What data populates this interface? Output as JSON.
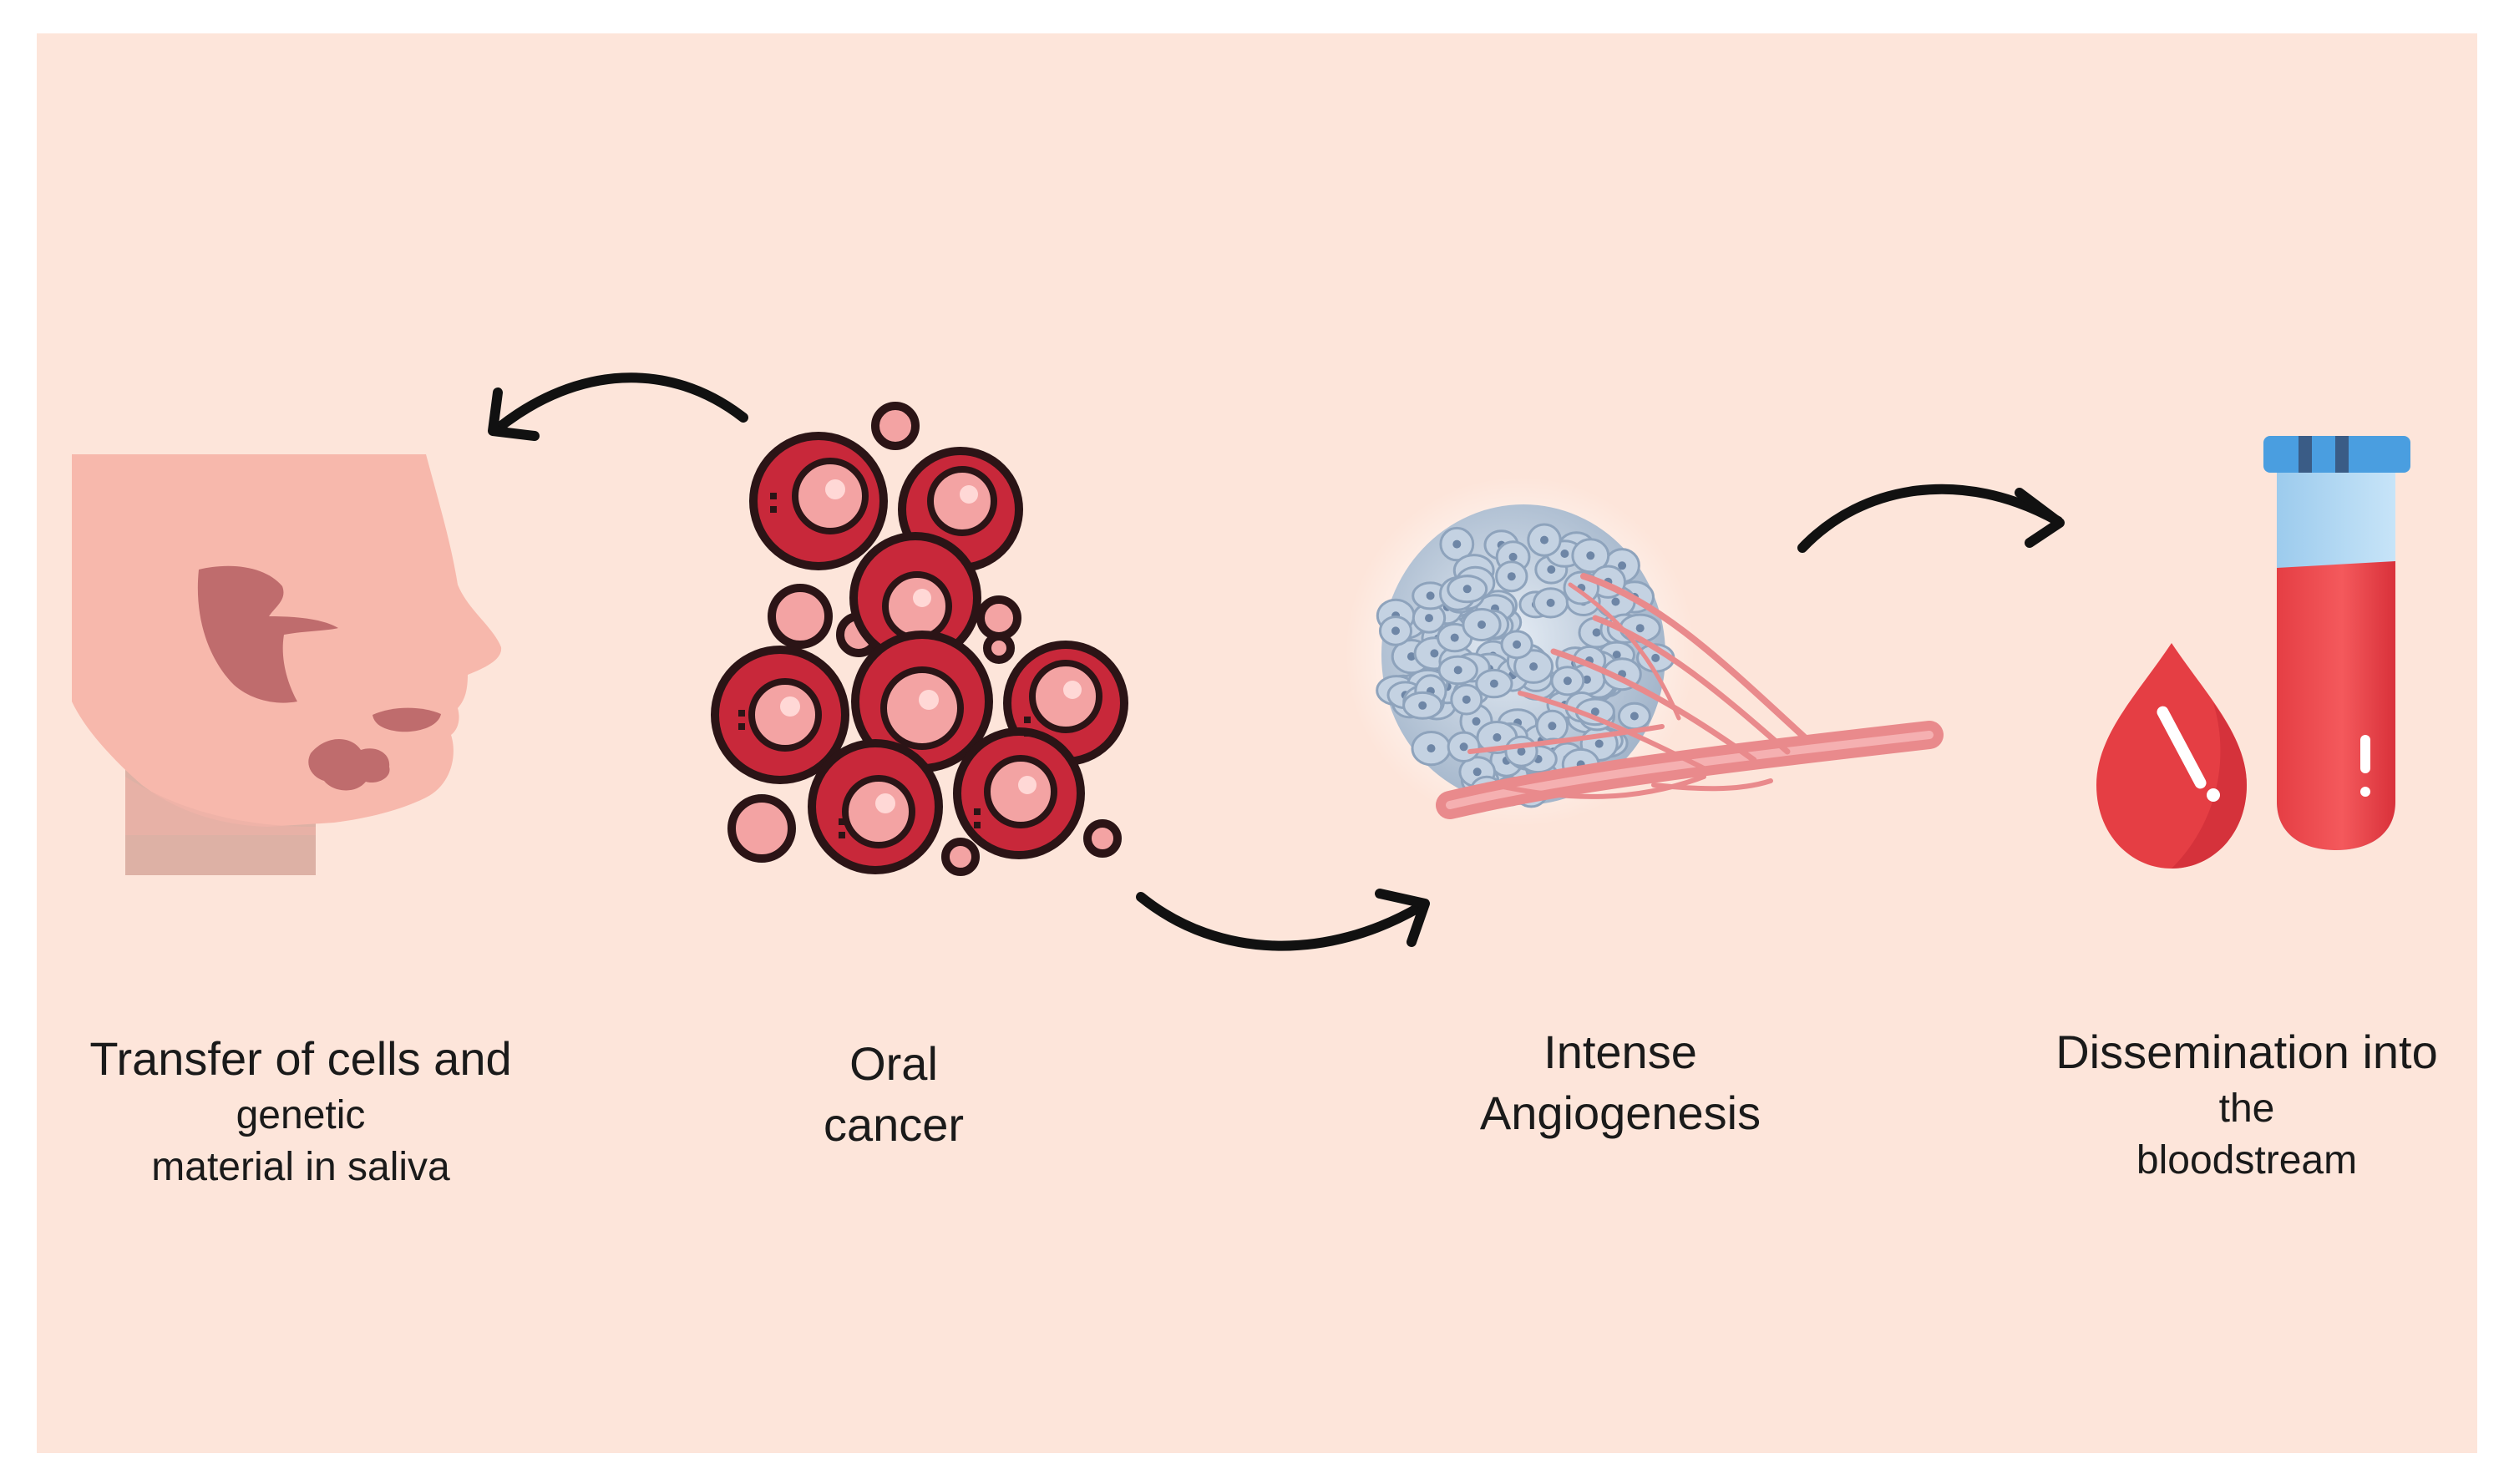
{
  "background_color": "#fde5da",
  "stages": [
    {
      "name": "saliva",
      "icon": "face-profile-icon",
      "lines": [
        "Transfer of cells and",
        "genetic",
        "material in saliva"
      ]
    },
    {
      "name": "oral-cancer",
      "icon": "cancer-cells-icon",
      "lines": [
        "Oral",
        "cancer"
      ]
    },
    {
      "name": "angiogenesis",
      "icon": "tumor-blood-vessels-icon",
      "lines": [
        "Intense",
        "Angiogenesis"
      ]
    },
    {
      "name": "bloodstream",
      "icon": "blood-test-tube-icon",
      "lines": [
        "Dissemination into",
        "the",
        "bloodstream"
      ]
    }
  ],
  "arrows": [
    {
      "from": "oral-cancer",
      "to": "saliva",
      "icon": "curved-arrow-left-icon"
    },
    {
      "from": "oral-cancer",
      "to": "angiogenesis",
      "icon": "curved-arrow-right-icon"
    },
    {
      "from": "angiogenesis",
      "to": "bloodstream",
      "icon": "curved-arrow-right-icon"
    }
  ],
  "colors": {
    "cell_dark": "#c8283a",
    "cell_outline": "#2b1416",
    "cell_light": "#f3a3a3",
    "face_skin": "#f7b7ab",
    "face_neck": "#deb2a6",
    "face_mark": "#bf6a6a",
    "tumor_cells": "#b7c6d8",
    "vessel": "#ea8d8d",
    "blood": "#e53e44",
    "tube_cap": "#4a9ee0",
    "tube_glass": "#aed6f4"
  }
}
